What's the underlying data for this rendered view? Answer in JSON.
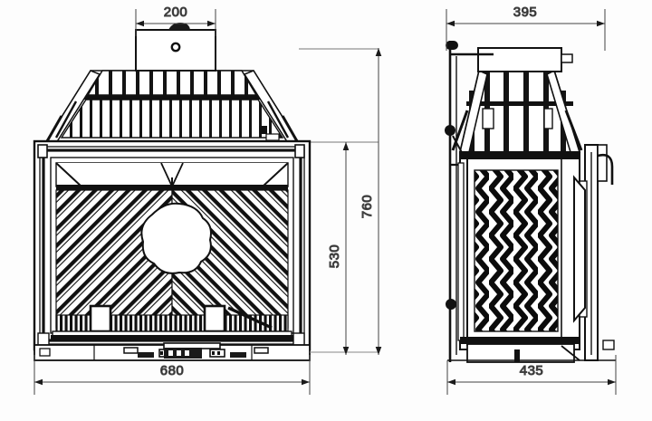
{
  "document": {
    "type": "technical-drawing",
    "subject": "fireplace-insert",
    "views": [
      "front-elevation",
      "side-elevation"
    ],
    "background_color": "#fdfdfd",
    "line_color": "#1a1a1a",
    "units": "mm"
  },
  "dimensions": {
    "front_top_width": {
      "label": "200",
      "orientation": "horizontal",
      "view": "front",
      "position": "top"
    },
    "side_top_width": {
      "label": "395",
      "orientation": "horizontal",
      "view": "side",
      "position": "top"
    },
    "front_total_height": {
      "label": "760",
      "orientation": "vertical-rotated",
      "view": "front",
      "position": "right-outer"
    },
    "front_body_height": {
      "label": "530",
      "orientation": "vertical-rotated",
      "view": "front",
      "position": "right-inner"
    },
    "front_total_width": {
      "label": "680",
      "orientation": "horizontal",
      "view": "front",
      "position": "bottom"
    },
    "side_total_depth": {
      "label": "435",
      "orientation": "horizontal",
      "view": "side",
      "position": "bottom"
    }
  },
  "front_view": {
    "name": "front-elevation",
    "features": [
      "flue-collar",
      "convection-hood-ribs",
      "glass-door-frame",
      "baffle-plate",
      "firebrick-herringbone-lining",
      "log-silhouette",
      "grate-bars",
      "control-panel"
    ]
  },
  "side_view": {
    "name": "side-elevation",
    "features": [
      "flue-collar",
      "hood-ribs",
      "side-firebrick-zigzag-lining",
      "door-hinge-column",
      "handle",
      "base-pedestal"
    ]
  },
  "colors": {
    "line": "#1a1a1a",
    "thin_line": "#555555",
    "background": "#fdfdfd",
    "hatch": "#000000"
  }
}
